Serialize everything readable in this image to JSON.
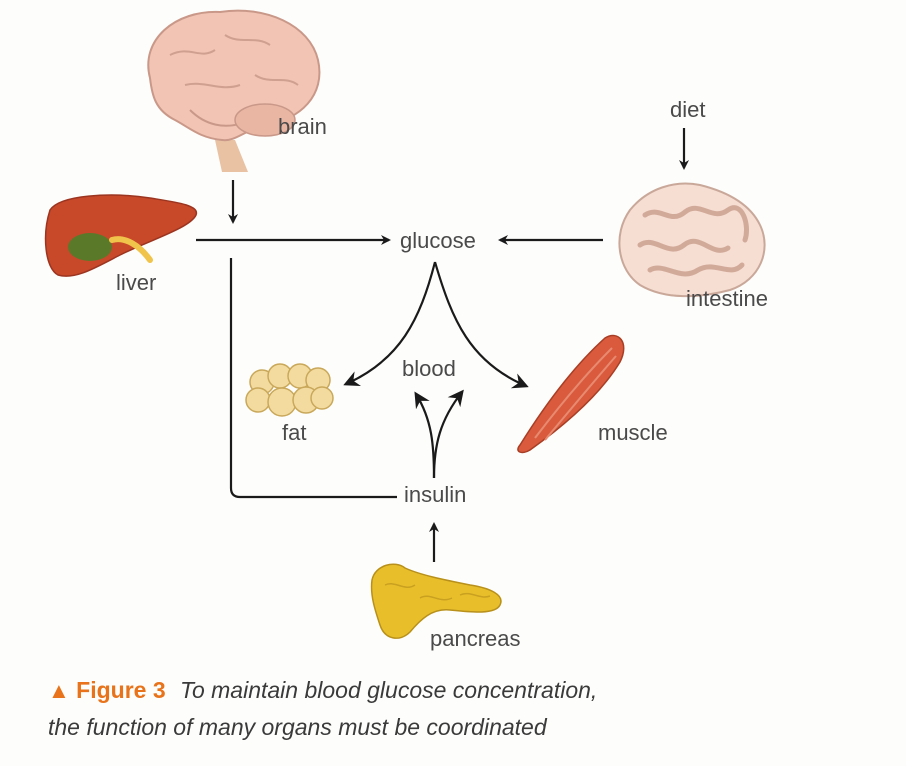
{
  "nodes": {
    "brain": "brain",
    "liver": "liver",
    "diet": "diet",
    "intestine": "intestine",
    "glucose": "glucose",
    "blood": "blood",
    "fat": "fat",
    "muscle": "muscle",
    "insulin": "insulin",
    "pancreas": "pancreas"
  },
  "caption": {
    "marker": "▲",
    "figure_label": "Figure 3",
    "line1": "To maintain blood glucose concentration,",
    "line2": "the function of many organs must be coordinated"
  },
  "colors": {
    "accent": "#e8731a",
    "brain": "#f2c4b4",
    "liver": "#c8482a",
    "intestine": "#f6ded2",
    "muscle": "#d95a3c",
    "fat": "#f3dba0",
    "pancreas": "#e8bf2a"
  }
}
